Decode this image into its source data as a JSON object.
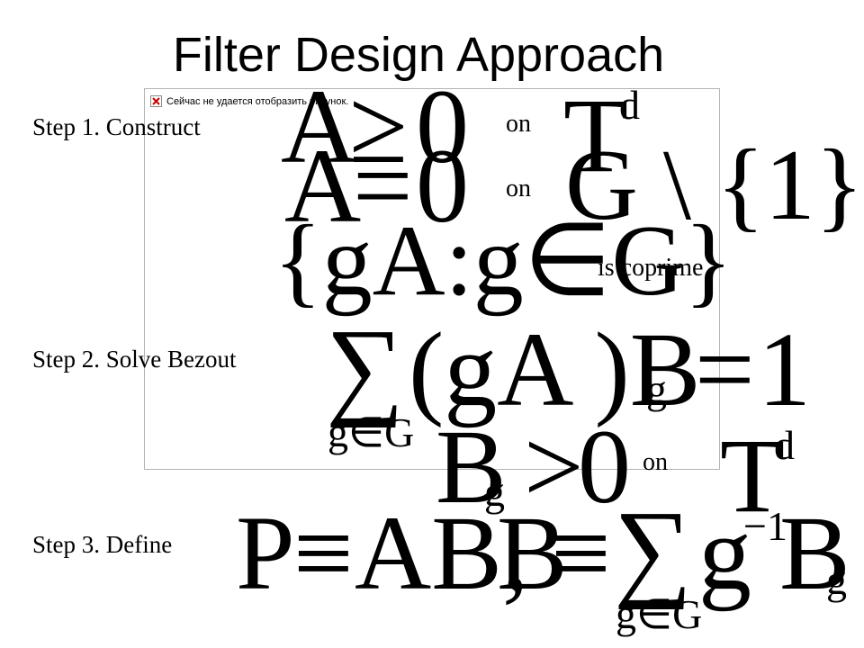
{
  "slide": {
    "title": "Filter Design Approach",
    "broken_image_text": "Сейчас не удается отобразить рисунок."
  },
  "steps": {
    "step1": "Step 1. Construct",
    "step2": "Step 2. Solve Bezout",
    "step3": "Step 3. Define"
  },
  "words": {
    "on": "on",
    "coprime": "is coprime"
  },
  "math": {
    "line1_lhs": "A",
    "geq": "≥",
    "zero": "0",
    "T": "T",
    "d": "d",
    "eq": "=",
    "G_minus_1": "G \\ {1}",
    "orbit_set": "{gA:g∈G}",
    "sum": "∑",
    "gA_B": "(gA )B",
    "g": "g",
    "one": "1",
    "g_in_G": "g∈G",
    "B": "B",
    "gt": ">",
    "P": "P",
    "equiv": "≡",
    "AB": "AB,",
    "g_pow": "g",
    "minus1": "−1"
  }
}
